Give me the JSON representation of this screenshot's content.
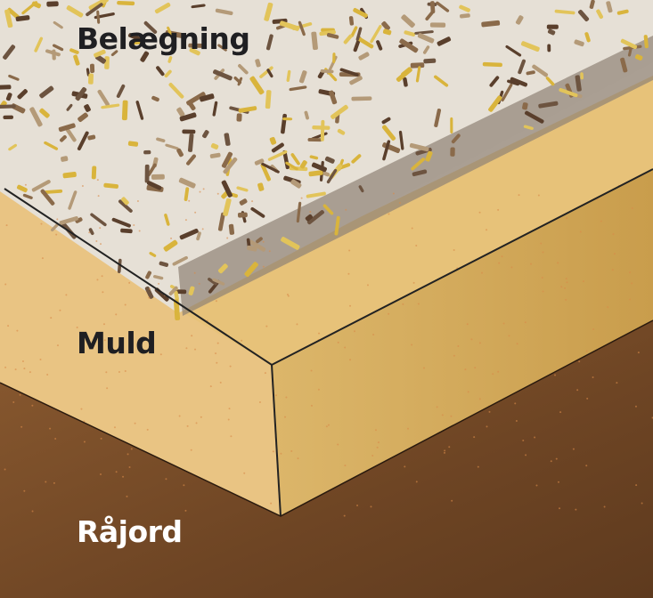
{
  "labels": {
    "top_layer": "Belægning",
    "middle_layer": "Muld",
    "bottom_layer": "Råjord"
  },
  "colors": {
    "mulch_bg": "#e6e0d6",
    "sand_top": "#e8c27a",
    "sand_left": "#e6c07e",
    "sand_right": "#d6ad5c",
    "subsoil": "#7a4f2a",
    "text_dark": "#1f1f22",
    "text_light": "#ffffff"
  }
}
